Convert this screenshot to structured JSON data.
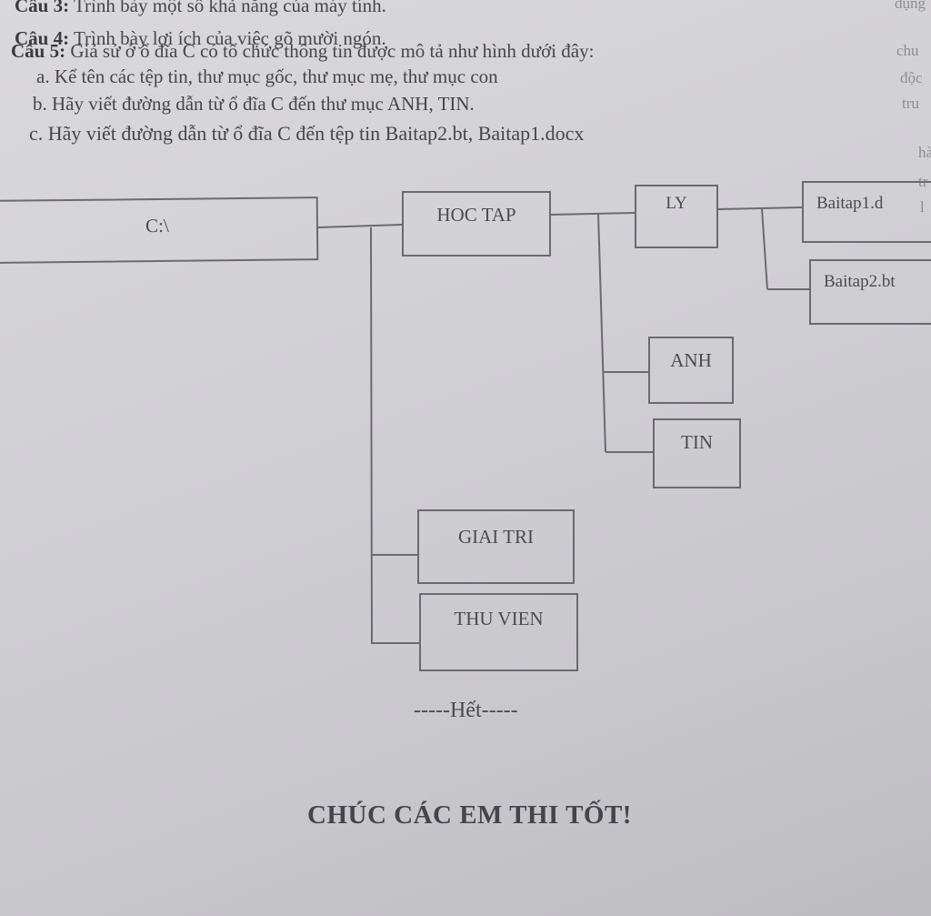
{
  "questions": {
    "q3": {
      "label": "Câu 3:",
      "text": "Trình bày một số khả năng của máy tính."
    },
    "q4": {
      "label": "Câu 4:",
      "text": "Trình bày lợi ích của việc gõ mười ngón."
    },
    "q5": {
      "label": "Câu 5:",
      "text": "Giả sử ở ổ đĩa C có tổ chức thông tin được mô tả như hình dưới đây:"
    },
    "q5a": "a.  Kể tên các tệp tin, thư mục gốc, thư mục mẹ, thư mục con",
    "q5b": "b.  Hãy viết đường dẫn từ ổ đĩa C đến thư mục ANH, TIN.",
    "q5c": "c.  Hãy viết đường dẫn từ ổ đĩa C đến tệp tin Baitap2.bt, Baitap1.docx"
  },
  "margin_fragments": [
    "dụng",
    "chu",
    "độc",
    "tru",
    "hà",
    "tr",
    "l"
  ],
  "tree": {
    "root": "C:\\",
    "hoc_tap": "HOC TAP",
    "ly": "LY",
    "baitap1": "Baitap1.d",
    "baitap2": "Baitap2.bt",
    "anh": "ANH",
    "tin": "TIN",
    "giai_tri": "GIAI TRI",
    "thu_vien": "THU VIEN"
  },
  "footer": {
    "end": "-----Hết-----",
    "wish": "CHÚC CÁC EM THI TỐT!"
  }
}
